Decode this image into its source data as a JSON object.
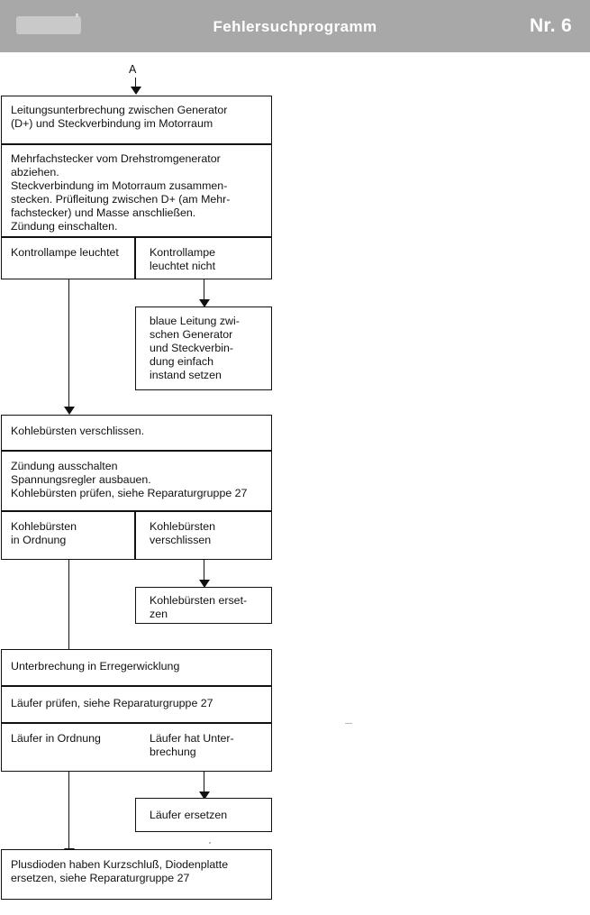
{
  "header": {
    "title": "Fehlersuchprogramm",
    "number": "Nr. 6",
    "logo_name": "publisher-logo-placeholder"
  },
  "flow": {
    "entry_label": "A",
    "nodes": [
      {
        "id": "fault-1",
        "kind": "fault",
        "text": "Leitungsunterbrechung zwischen Generator\n(D+) und Steckverbindung im Motorraum"
      },
      {
        "id": "action-1",
        "kind": "action",
        "text": "Mehrfachstecker vom Drehstromgenerator\nabziehen.\nSteckverbindung im Motorraum zusammen-\nstecken. Prüfleitung zwischen D+ (am Mehr-\nfachstecker) und Masse anschließen.\nZündung einschalten."
      },
      {
        "id": "result-1-left",
        "kind": "result",
        "text": "Kontrollampe leuchtet"
      },
      {
        "id": "result-1-right",
        "kind": "result",
        "text": "Kontrollampe\nleuchtet nicht"
      },
      {
        "id": "remedy-1",
        "kind": "remedy",
        "text": "blaue Leitung zwi-\nschen Generator\nund Steckverbin-\ndung einfach\ninstand setzen"
      },
      {
        "id": "fault-2",
        "kind": "fault",
        "text": "Kohlebürsten verschlissen."
      },
      {
        "id": "action-2",
        "kind": "action",
        "text": "Zündung ausschalten\nSpannungsregler ausbauen.\nKohlebürsten prüfen, siehe Reparaturgruppe 27"
      },
      {
        "id": "result-2-left",
        "kind": "result",
        "text": "Kohlebürsten\nin Ordnung"
      },
      {
        "id": "result-2-right",
        "kind": "result",
        "text": "Kohlebürsten\nverschlissen"
      },
      {
        "id": "remedy-2",
        "kind": "remedy",
        "text": "Kohlebürsten erset-\nzen"
      },
      {
        "id": "fault-3",
        "kind": "fault",
        "text": "Unterbrechung in Erregerwicklung"
      },
      {
        "id": "action-3",
        "kind": "action",
        "text": "Läufer prüfen, siehe Reparaturgruppe 27"
      },
      {
        "id": "result-3-left",
        "kind": "result",
        "text": "Läufer in Ordnung"
      },
      {
        "id": "result-3-right",
        "kind": "result",
        "text": "Läufer hat Unter-\nbrechung"
      },
      {
        "id": "remedy-3",
        "kind": "remedy",
        "text": "Läufer ersetzen"
      },
      {
        "id": "fault-4",
        "kind": "fault",
        "text": "Plusdioden haben Kurzschluß, Diodenplatte\nersetzen, siehe Reparaturgruppe 27"
      }
    ]
  },
  "colors": {
    "header_bg": "#a8a8a8",
    "header_text": "#ffffff",
    "line": "#111111",
    "page_bg": "#ffffff"
  }
}
